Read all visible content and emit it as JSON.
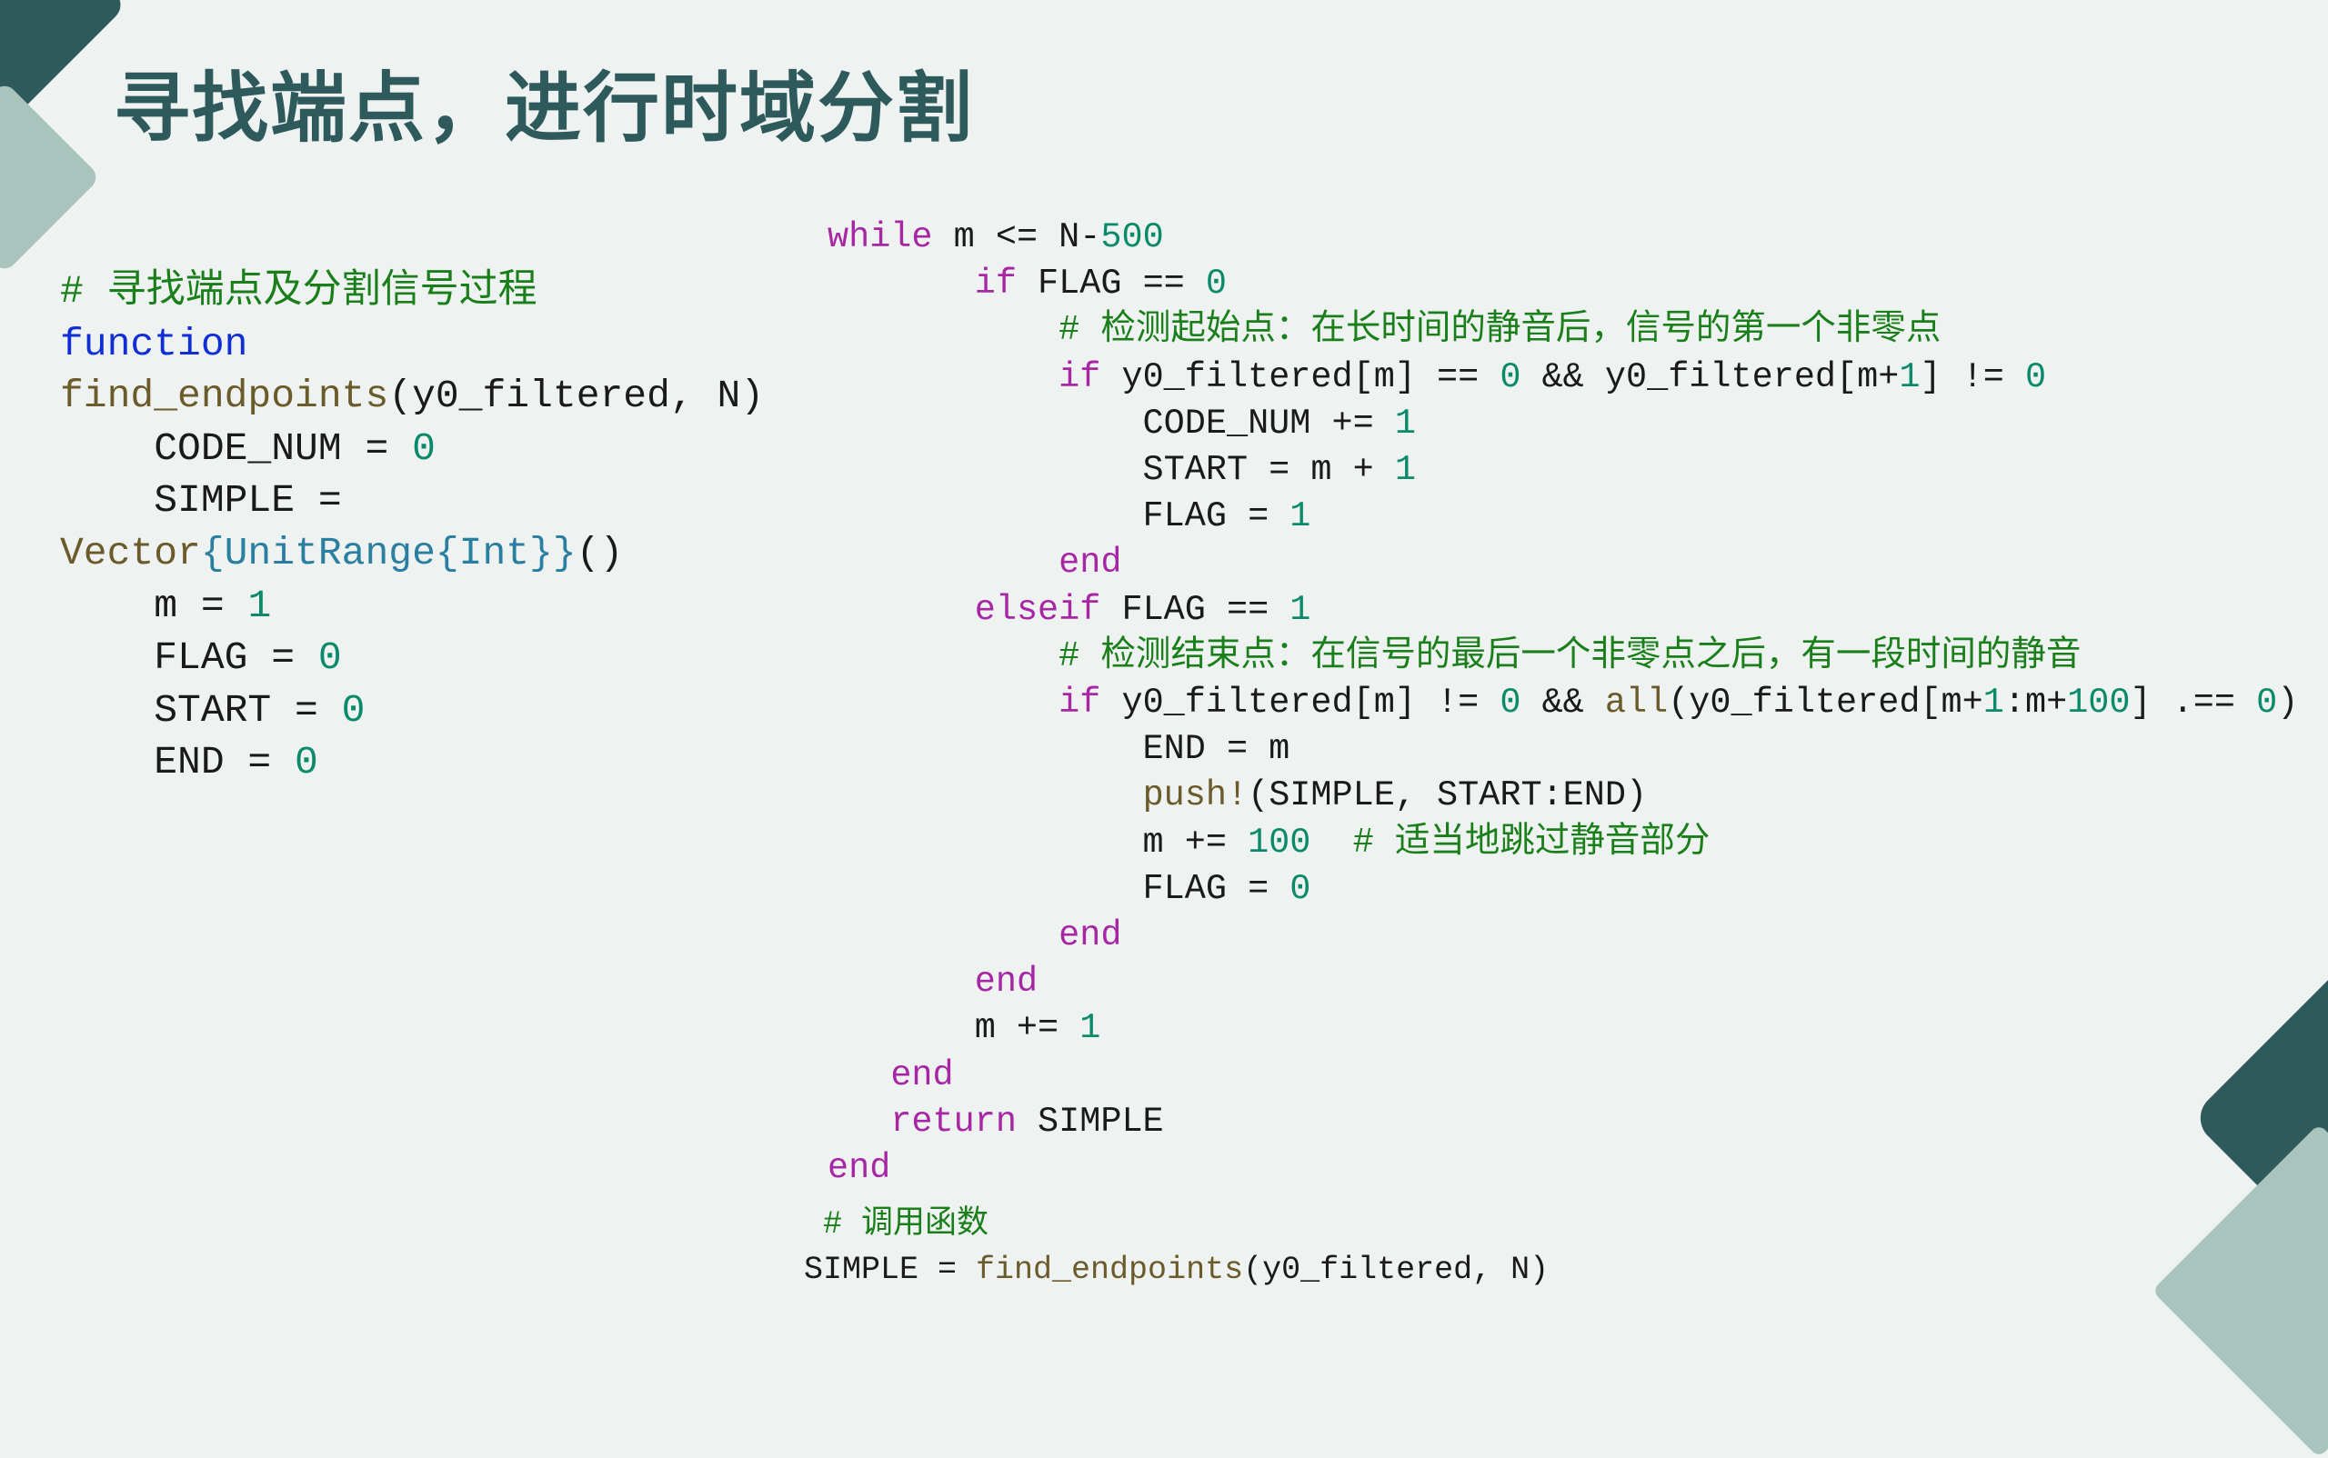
{
  "slide": {
    "title": "寻找端点，进行时域分割"
  },
  "code_left": {
    "lines": [
      [
        {
          "t": "# 寻找端点及分割信号过程",
          "c": "cm"
        }
      ],
      [
        {
          "t": "function",
          "c": "fn"
        }
      ],
      [
        {
          "t": "find_endpoints",
          "c": "call"
        },
        {
          "t": "(y0_filtered, N)",
          "c": ""
        }
      ],
      [
        {
          "t": "    CODE_NUM = ",
          "c": ""
        },
        {
          "t": "0",
          "c": "num"
        }
      ],
      [
        {
          "t": "    SIMPLE =",
          "c": ""
        }
      ],
      [
        {
          "t": "Vector",
          "c": "call"
        },
        {
          "t": "{UnitRange{Int}}",
          "c": "ty"
        },
        {
          "t": "()",
          "c": ""
        }
      ],
      [
        {
          "t": "    m = ",
          "c": ""
        },
        {
          "t": "1",
          "c": "num"
        }
      ],
      [
        {
          "t": "    FLAG = ",
          "c": ""
        },
        {
          "t": "0",
          "c": "num"
        }
      ],
      [
        {
          "t": "    START = ",
          "c": ""
        },
        {
          "t": "0",
          "c": "num"
        }
      ],
      [
        {
          "t": "    END = ",
          "c": ""
        },
        {
          "t": "0",
          "c": "num"
        }
      ]
    ]
  },
  "code_right": {
    "lines": [
      [
        {
          "t": "while",
          "c": "kw"
        },
        {
          "t": " m <= N-",
          "c": ""
        },
        {
          "t": "500",
          "c": "num"
        }
      ],
      [
        {
          "t": "       ",
          "c": ""
        },
        {
          "t": "if",
          "c": "kw"
        },
        {
          "t": " FLAG == ",
          "c": ""
        },
        {
          "t": "0",
          "c": "num"
        }
      ],
      [
        {
          "t": "           # 检测起始点：在长时间的静音后，信号的第一个非零点",
          "c": "cm"
        }
      ],
      [
        {
          "t": "           ",
          "c": ""
        },
        {
          "t": "if",
          "c": "kw"
        },
        {
          "t": " y0_filtered[m] == ",
          "c": ""
        },
        {
          "t": "0",
          "c": "num"
        },
        {
          "t": " && y0_filtered[m+",
          "c": ""
        },
        {
          "t": "1",
          "c": "num"
        },
        {
          "t": "] != ",
          "c": ""
        },
        {
          "t": "0",
          "c": "num"
        }
      ],
      [
        {
          "t": "               CODE_NUM += ",
          "c": ""
        },
        {
          "t": "1",
          "c": "num"
        }
      ],
      [
        {
          "t": "               START = m + ",
          "c": ""
        },
        {
          "t": "1",
          "c": "num"
        }
      ],
      [
        {
          "t": "               FLAG = ",
          "c": ""
        },
        {
          "t": "1",
          "c": "num"
        }
      ],
      [
        {
          "t": "           ",
          "c": ""
        },
        {
          "t": "end",
          "c": "kw"
        }
      ],
      [
        {
          "t": "       ",
          "c": ""
        },
        {
          "t": "elseif",
          "c": "kw"
        },
        {
          "t": " FLAG == ",
          "c": ""
        },
        {
          "t": "1",
          "c": "num"
        }
      ],
      [
        {
          "t": "           # 检测结束点：在信号的最后一个非零点之后，有一段时间的静音",
          "c": "cm"
        }
      ],
      [
        {
          "t": "           ",
          "c": ""
        },
        {
          "t": "if",
          "c": "kw"
        },
        {
          "t": " y0_filtered[m] != ",
          "c": ""
        },
        {
          "t": "0",
          "c": "num"
        },
        {
          "t": " && ",
          "c": ""
        },
        {
          "t": "all",
          "c": "call"
        },
        {
          "t": "(y0_filtered[m+",
          "c": ""
        },
        {
          "t": "1",
          "c": "num"
        },
        {
          "t": ":m+",
          "c": ""
        },
        {
          "t": "100",
          "c": "num"
        },
        {
          "t": "] .== ",
          "c": ""
        },
        {
          "t": "0",
          "c": "num"
        },
        {
          "t": ")",
          "c": ""
        }
      ],
      [
        {
          "t": "               END = m",
          "c": ""
        }
      ],
      [
        {
          "t": "               ",
          "c": ""
        },
        {
          "t": "push!",
          "c": "call"
        },
        {
          "t": "(SIMPLE, START:END)",
          "c": ""
        }
      ],
      [
        {
          "t": "               m += ",
          "c": ""
        },
        {
          "t": "100",
          "c": "num"
        },
        {
          "t": "  ",
          "c": ""
        },
        {
          "t": "# 适当地跳过静音部分",
          "c": "cm"
        }
      ],
      [
        {
          "t": "               FLAG = ",
          "c": ""
        },
        {
          "t": "0",
          "c": "num"
        }
      ],
      [
        {
          "t": "           ",
          "c": ""
        },
        {
          "t": "end",
          "c": "kw"
        }
      ],
      [
        {
          "t": "       ",
          "c": ""
        },
        {
          "t": "end",
          "c": "kw"
        }
      ],
      [
        {
          "t": "       m += ",
          "c": ""
        },
        {
          "t": "1",
          "c": "num"
        }
      ],
      [
        {
          "t": "   ",
          "c": ""
        },
        {
          "t": "end",
          "c": "kw"
        }
      ],
      [
        {
          "t": "   ",
          "c": ""
        },
        {
          "t": "return",
          "c": "kw"
        },
        {
          "t": " SIMPLE",
          "c": ""
        }
      ],
      [
        {
          "t": "end",
          "c": "kw"
        }
      ]
    ]
  },
  "code_bottom": {
    "lines": [
      [
        {
          "t": " # 调用函数",
          "c": "cm"
        }
      ],
      [
        {
          "t": "SIMPLE = ",
          "c": ""
        },
        {
          "t": "find_endpoints",
          "c": "call"
        },
        {
          "t": "(y0_filtered, N)",
          "c": ""
        }
      ]
    ]
  }
}
